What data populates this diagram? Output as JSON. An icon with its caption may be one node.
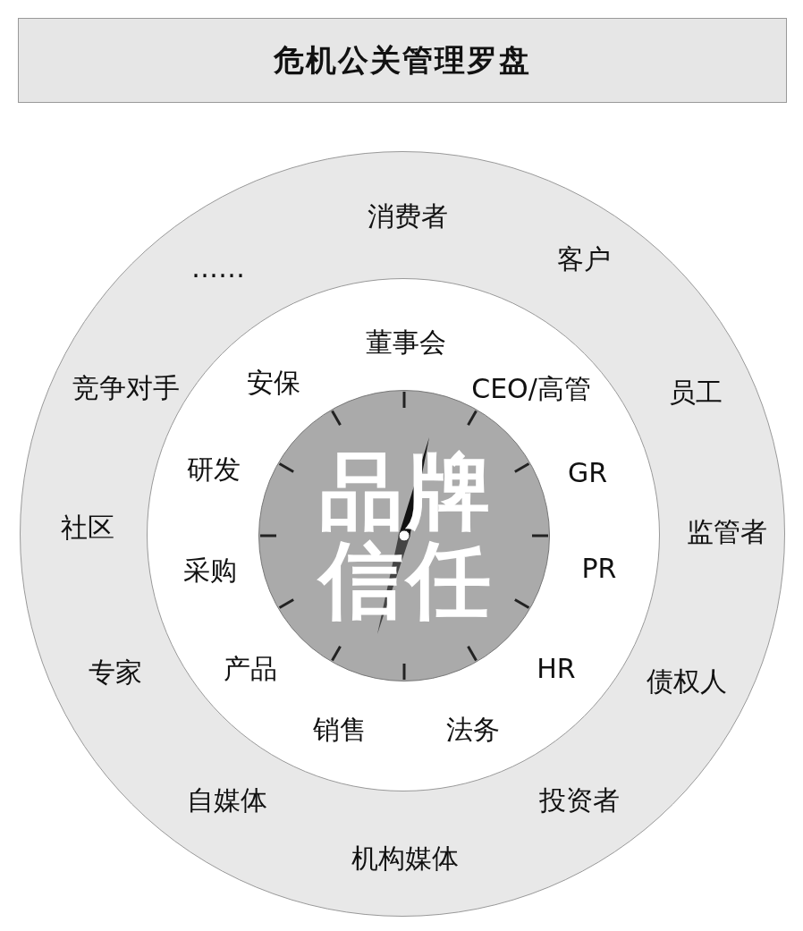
{
  "diagram": {
    "title": "危机公关管理罗盘",
    "nodes": [
      {
        "text": [
          "消费者",
          "……",
          "客户",
          "竞争对手",
          "员工",
          "社区",
          "监管者",
          "专家",
          "债权人",
          "自媒体",
          "投资者",
          "机构媒体"
        ]
      },
      {
        "text": [
          "董事会",
          "安保",
          "CEO/高管",
          "研发",
          "GR",
          "采购",
          "PR",
          "产品",
          "HR",
          "销售",
          "法务"
        ],
        "in": 0
      },
      {
        "text": [
          "品牌信任"
        ],
        "in": 1
      }
    ]
  }
}
